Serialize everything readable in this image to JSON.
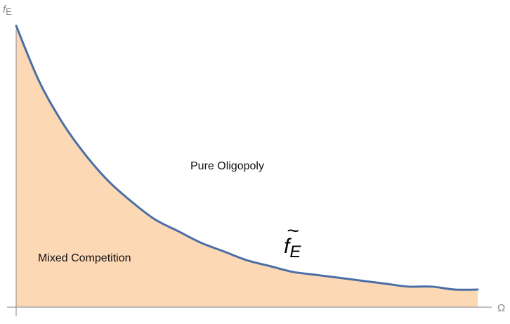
{
  "chart_data": {
    "type": "area",
    "title": "",
    "xlabel": "Ω",
    "ylabel": "f",
    "ylabel_subscript": "E",
    "xlim": [
      0,
      1
    ],
    "ylim": [
      0,
      1
    ],
    "grid": false,
    "series": [
      {
        "x": [
          0.0,
          0.05,
          0.1,
          0.15,
          0.2,
          0.25,
          0.3,
          0.35,
          0.4,
          0.45,
          0.5,
          0.55,
          0.6,
          0.65,
          0.7,
          0.75,
          0.8,
          0.85,
          0.9,
          0.95,
          1.0
        ],
        "y": [
          0.96,
          0.77,
          0.63,
          0.52,
          0.43,
          0.36,
          0.3,
          0.26,
          0.22,
          0.19,
          0.16,
          0.14,
          0.12,
          0.11,
          0.1,
          0.09,
          0.08,
          0.07,
          0.07,
          0.06,
          0.06
        ],
        "line_color": "#4a6fa5",
        "fill_color": "#fdd8b5"
      }
    ],
    "annotations": {
      "upper_region": "Pure Oligopoly",
      "lower_region": "Mixed Competition",
      "curve_label": "f",
      "curve_label_accent": "~",
      "curve_label_subscript": "E"
    }
  }
}
